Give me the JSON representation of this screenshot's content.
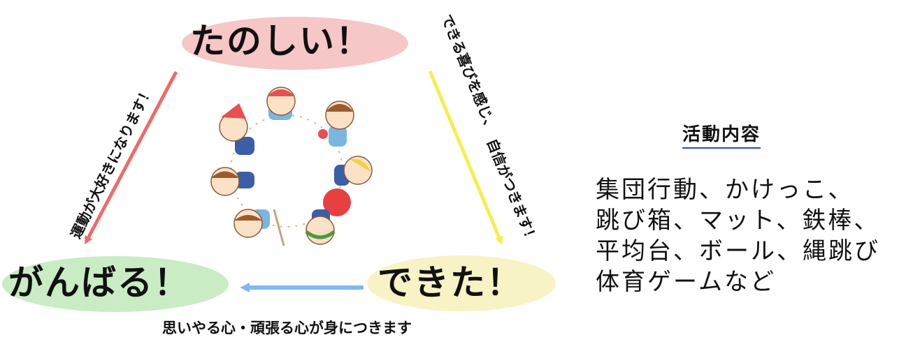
{
  "nodes": {
    "top": "たのしい！",
    "left": "がんばる！",
    "right": "できた！"
  },
  "edges": {
    "left": "運動が大好きになります！",
    "right_first": "できる喜びを感じ、",
    "right_second": "自信がつきます！",
    "bottom": "思いやる心・頑張る心が身につきます"
  },
  "activities": {
    "title": "活動内容",
    "lines": [
      "集団行動、かけっこ、",
      "跳び箱、マット、鉄棒、",
      "平均台、ボール、縄跳び",
      "体育ゲームなど"
    ]
  },
  "colors": {
    "top_ellipse": "#f6c7c6",
    "left_ellipse": "#c9ecc4",
    "right_ellipse": "#f8f3c4",
    "left_arrow": "#ee6b6b",
    "right_arrow": "#f6ee52",
    "bottom_arrow": "#86b6ee"
  },
  "illustration": "children-circle"
}
